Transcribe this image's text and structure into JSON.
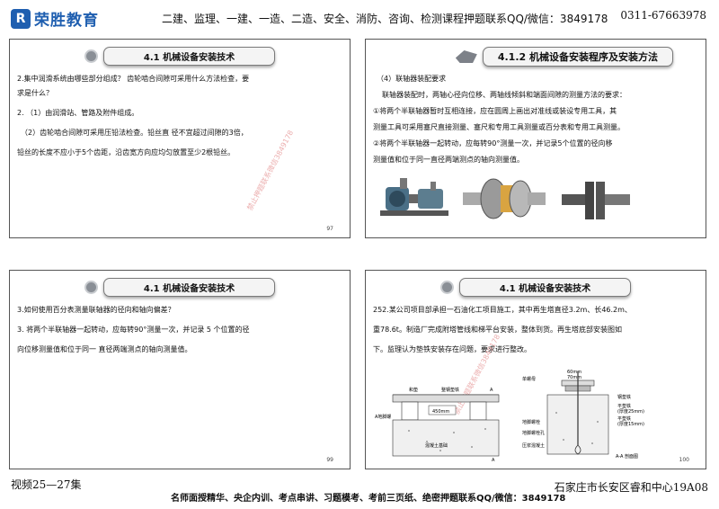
{
  "header": {
    "logo_text": "荣胜教育",
    "courses": "二建、监理、一建、一造、二造、安全、消防、咨询、检测课程押题联系QQ/微信：3849178",
    "phone": "0311-67663978"
  },
  "slides": [
    {
      "title": "4.1 机械设备安装技术",
      "lines": [
        "2.集中润滑系统由哪些部分组成？ 齿轮啮合间隙可采用什么方法检查，要",
        "求是什么？",
        "2. （1）由润滑站、管路及附件组成。",
        "（2）齿轮啮合间隙可采用压铅法检查。铅丝直 径不宜超过间隙的3倍，",
        "铅丝的长度不应小于5个齿距，沿齿宽方向应均匀放置至少2根铅丝。"
      ],
      "page": "97",
      "watermark": "禁止押题联系微信3849178"
    },
    {
      "title": "4.1.2 机械设备安装程序及安装方法",
      "lines": [
        "（4）联轴器装配要求",
        "联轴器装配时，两轴心径向位移、两轴线倾斜和端面间隙的测量方法的要求：",
        "①将两个半联轴器暂时互相连接，应在圆周上画出对准线或装设专用工具，其",
        "测量工具可采用塞尺直接测量、塞尺和专用工具测量或百分表和专用工具测量。",
        "②将两个半联轴器一起转动，应每转90°测量一次，并记录5个位置的径向移",
        "测量值和位于同一直径两端测点的轴向测量值。"
      ],
      "page": ""
    },
    {
      "title": "4.1 机械设备安装技术",
      "lines": [
        "3.如何使用百分表测量联轴器的径向和轴向偏差？",
        "3. 将两个半联轴器一起转动，应每转90°测量一次，并记录 5 个位置的径",
        "向位移测量值和位于同一 直径两端测点的轴向测量值。"
      ],
      "page": "99"
    },
    {
      "title": "4.1 机械设备安装技术",
      "lines": [
        "252.某公司项目部承担一石油化工项目施工，其中再生塔直径3.2m、长46.2m、",
        "重78.6t。制造厂完成附塔管线和梯平台安装，整体到货。再生塔底部安装图如",
        "下。监理认为垫铁安装存在问题，要求进行整改。"
      ],
      "page": "100",
      "watermark": "禁止押题联系微信3849178",
      "diagram_labels": {
        "left": [
          "A",
          "和垫",
          "整钢垫铁",
          "450mm",
          "A地脚螺",
          "混凝土基础",
          "A"
        ],
        "right": [
          "60mm",
          "70mm",
          "单螺母",
          "钢垫铁",
          "平垫铁",
          "(厚度25mm)",
          "平垫铁",
          "(厚度15mm)",
          "地脚螺栓",
          "地脚螺栓孔",
          "压浆混凝土",
          "A-A 剖面图"
        ]
      }
    }
  ],
  "footer": {
    "left": "视频25—27集",
    "center": "名师面授精华、央企内训、考点串讲、习题模考、考前三页纸、绝密押题联系QQ/微信：3849178",
    "right": "石家庄市长安区睿和中心19A08"
  }
}
